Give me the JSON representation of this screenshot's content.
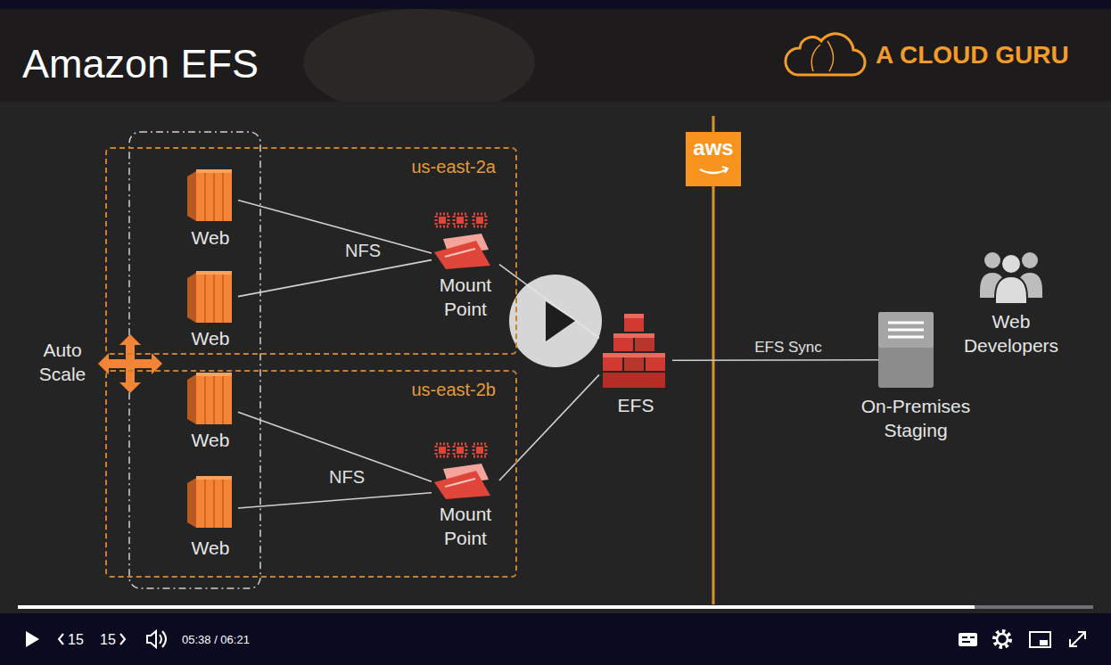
{
  "diagram": {
    "title": "Amazon EFS",
    "nodes": [
      {
        "text": [
          "us-east-2a"
        ]
      },
      {
        "text": [
          "Web"
        ],
        "in": 0
      },
      {
        "text": [
          "Web"
        ],
        "in": 0
      },
      {
        "text": [
          "Mount Point"
        ],
        "in": 0
      },
      {
        "text": [
          "us-east-2b"
        ]
      },
      {
        "text": [
          "Web"
        ],
        "in": 4
      },
      {
        "text": [
          "Web"
        ],
        "in": 4
      },
      {
        "text": [
          "Mount Point"
        ],
        "in": 4
      },
      {
        "text": [
          "Auto Scale"
        ]
      },
      {
        "text": [
          "EFS"
        ]
      },
      {
        "text": [
          "On-Premises Staging"
        ]
      },
      {
        "text": [
          "Web Developers"
        ]
      }
    ],
    "edges": [
      {
        "from": 1,
        "to": 3,
        "label": "NFS",
        "arrow": "none"
      },
      {
        "from": 2,
        "to": 3,
        "arrow": "none"
      },
      {
        "from": 3,
        "to": 9,
        "arrow": "none"
      },
      {
        "from": 5,
        "to": 7,
        "label": "NFS",
        "arrow": "none"
      },
      {
        "from": 6,
        "to": 7,
        "arrow": "none"
      },
      {
        "from": 7,
        "to": 9,
        "arrow": "none"
      },
      {
        "from": 9,
        "to": 10,
        "label": "EFS Sync",
        "arrow": "none"
      }
    ],
    "labels": [
      "A CLOUD GURU",
      "aws",
      "15",
      "15",
      "05:38 / 06:21"
    ]
  }
}
